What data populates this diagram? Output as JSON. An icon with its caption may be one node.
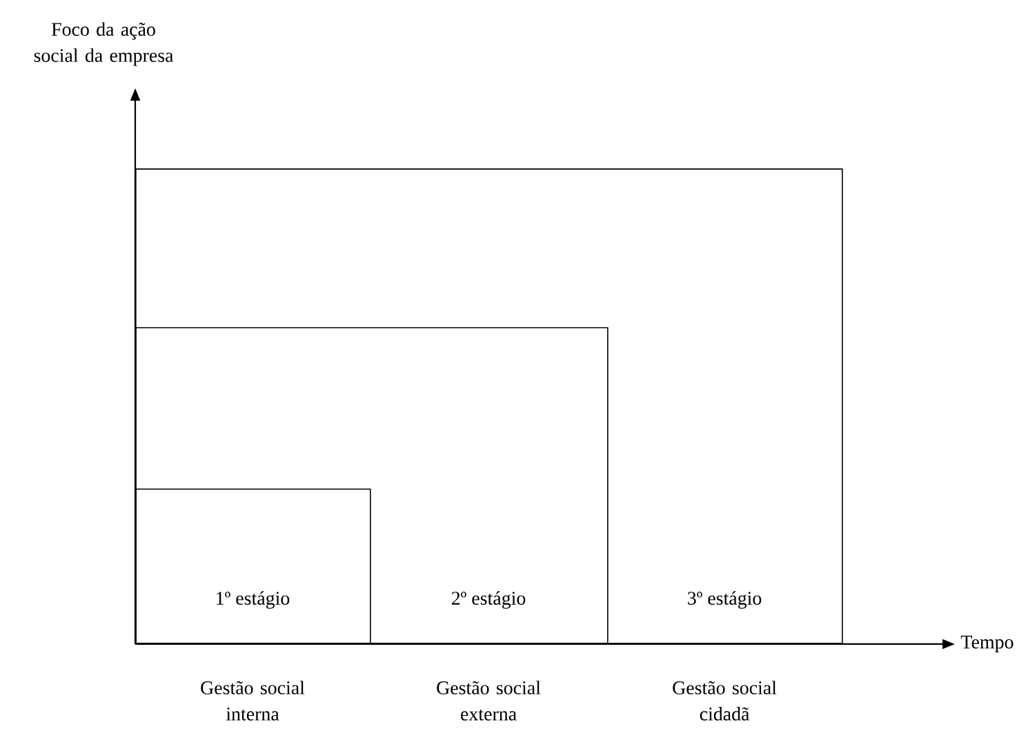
{
  "diagram": {
    "nodes": [
      {
        "text": [
          "3º estágio"
        ]
      },
      {
        "text": [
          "2º estágio"
        ],
        "in": 0
      },
      {
        "text": [
          "1º estágio"
        ],
        "in": 1
      }
    ],
    "labels": [
      "Foco da ação social da empresa",
      "Tempo",
      "Gestão social interna",
      "Gestão social externa",
      "Gestão social cidadã"
    ]
  }
}
